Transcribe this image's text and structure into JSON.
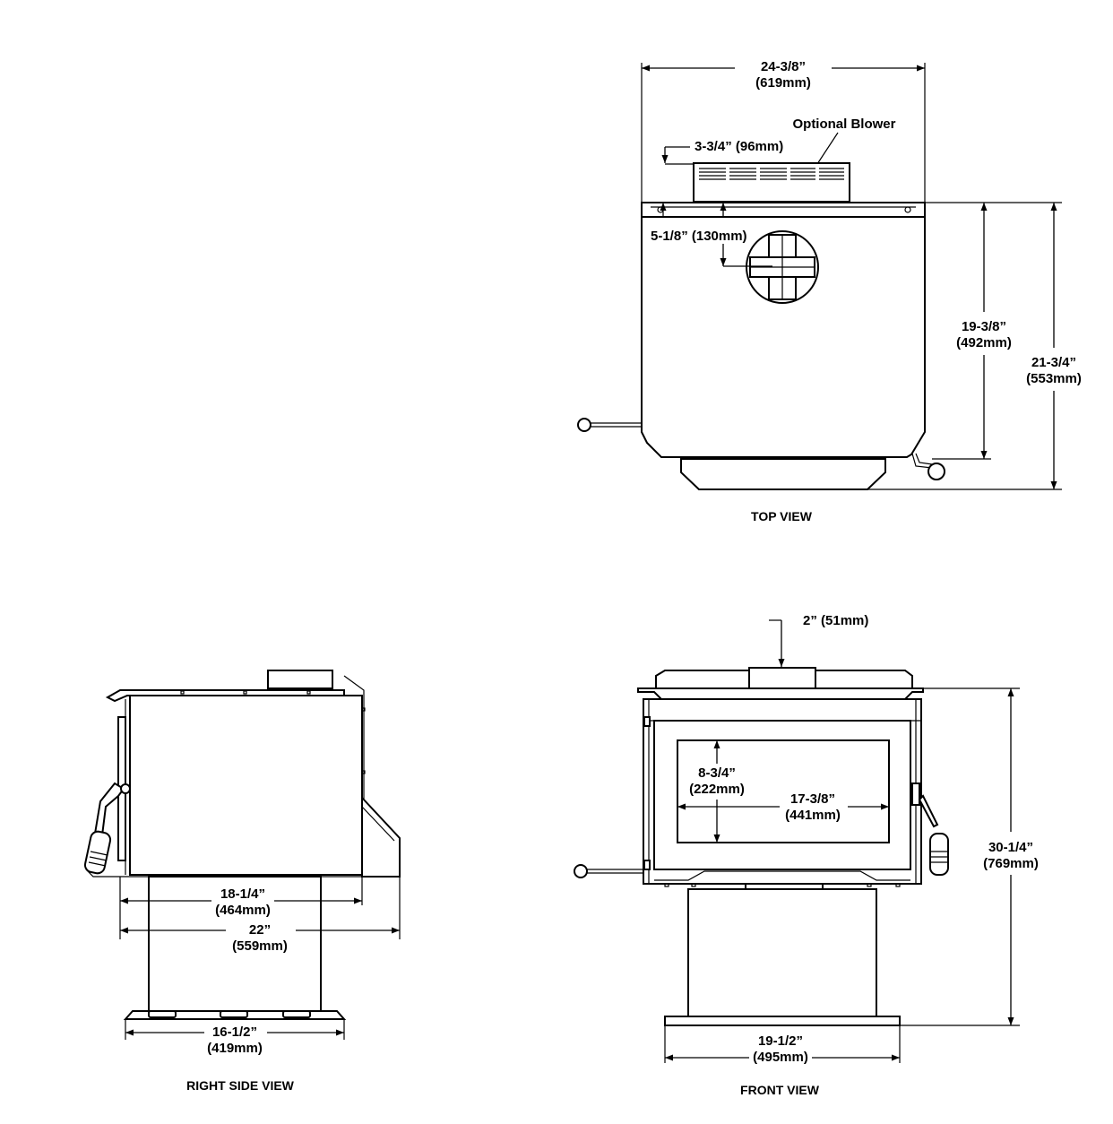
{
  "top_view": {
    "title": "TOP VIEW",
    "width": {
      "in": "24-3/8”",
      "mm": "(619mm)"
    },
    "blower_label": "Optional Blower",
    "blower_depth": "3-3/4” (96mm)",
    "flue_offset": "5-1/8” (130mm)",
    "depth_body": {
      "in": "19-3/8”",
      "mm": "(492mm)"
    },
    "depth_total": {
      "in": "21-3/4”",
      "mm": "(553mm)"
    }
  },
  "side_view": {
    "title": "RIGHT SIDE VIEW",
    "depth_body": {
      "in": "18-1/4”",
      "mm": "(464mm)"
    },
    "depth_total": {
      "in": "22”",
      "mm": "(559mm)"
    },
    "base_depth": {
      "in": "16-1/2”",
      "mm": "(419mm)"
    }
  },
  "front_view": {
    "title": "FRONT VIEW",
    "flue_height": "2” (51mm)",
    "glass_height": {
      "in": "8-3/4”",
      "mm": "(222mm)"
    },
    "glass_width": {
      "in": "17-3/8”",
      "mm": "(441mm)"
    },
    "total_height": {
      "in": "30-1/4”",
      "mm": "(769mm)"
    },
    "base_width": {
      "in": "19-1/2”",
      "mm": "(495mm)"
    }
  }
}
